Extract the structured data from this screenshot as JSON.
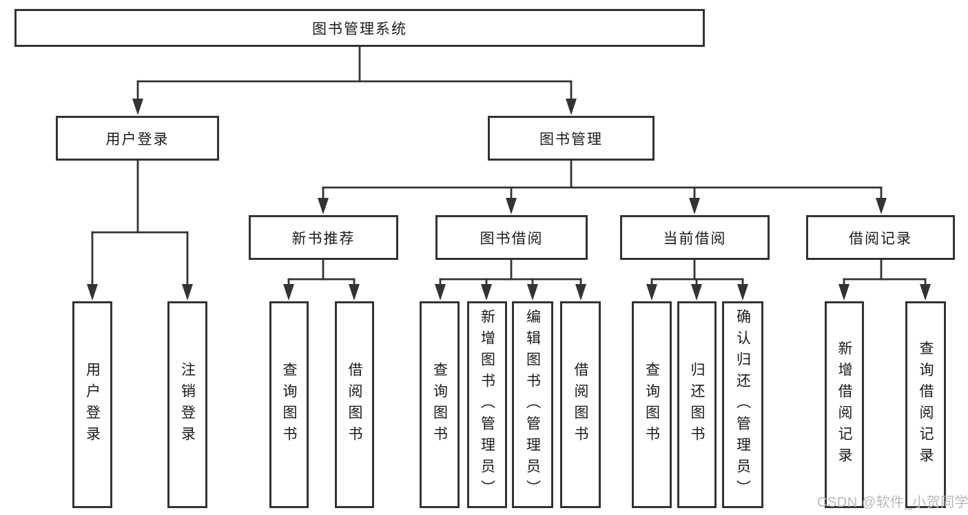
{
  "watermark": {
    "text": "CSDN @软件_小贺同学"
  },
  "colors": {
    "line": "#333333",
    "text": "#1a1a1a",
    "background": "#ffffff",
    "watermark_gray": "#b9b9b9"
  },
  "tree": {
    "root": {
      "label": "图书管理系统",
      "children": [
        {
          "label": "用户登录",
          "children": [
            {
              "label": "用户登录"
            },
            {
              "label": "注销登录"
            }
          ]
        },
        {
          "label": "图书管理",
          "children": [
            {
              "label": "新书推荐",
              "children": [
                {
                  "label": "查询图书"
                },
                {
                  "label": "借阅图书"
                }
              ]
            },
            {
              "label": "图书借阅",
              "children": [
                {
                  "label": "查询图书"
                },
                {
                  "label": "新增图书（管理员）"
                },
                {
                  "label": "编辑图书（管理员）"
                },
                {
                  "label": "借阅图书"
                }
              ]
            },
            {
              "label": "当前借阅",
              "children": [
                {
                  "label": "查询图书"
                },
                {
                  "label": "归还图书"
                },
                {
                  "label": "确认归还（管理员）"
                }
              ]
            },
            {
              "label": "借阅记录",
              "children": [
                {
                  "label": "新增借阅记录"
                },
                {
                  "label": "查询借阅记录"
                }
              ]
            }
          ]
        }
      ]
    }
  }
}
